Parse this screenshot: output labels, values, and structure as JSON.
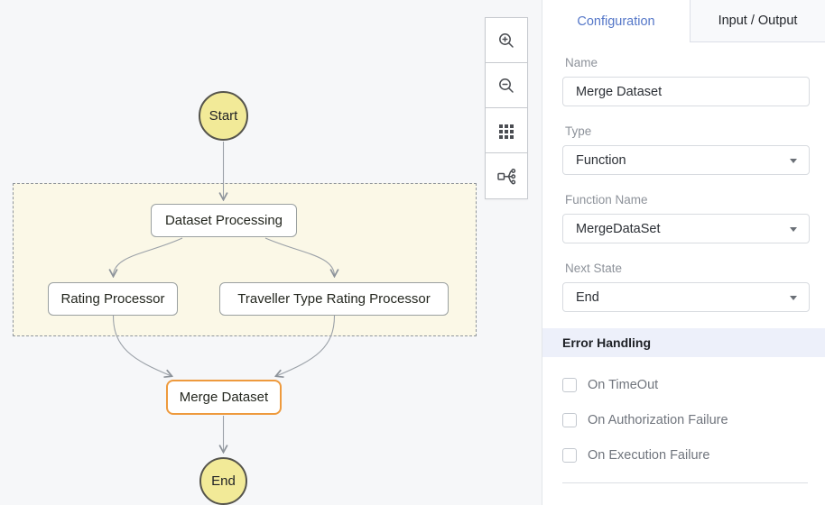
{
  "canvas": {
    "nodes": {
      "start": "Start",
      "dataset_processing": "Dataset Processing",
      "rating_processor": "Rating Processor",
      "traveller_type_rating_processor": "Traveller Type Rating Processor",
      "merge_dataset": "Merge Dataset",
      "end": "End"
    },
    "selected_node": "Merge Dataset"
  },
  "toolbar": {
    "items": [
      "zoom-in-icon",
      "zoom-out-icon",
      "grid-icon",
      "auto-layout-icon"
    ]
  },
  "panel": {
    "tabs": {
      "configuration": "Configuration",
      "input_output": "Input / Output"
    },
    "fields": {
      "name": {
        "label": "Name",
        "value": "Merge Dataset"
      },
      "type": {
        "label": "Type",
        "value": "Function"
      },
      "function_name": {
        "label": "Function Name",
        "value": "MergeDataSet"
      },
      "next_state": {
        "label": "Next State",
        "value": "End"
      }
    },
    "error_handling": {
      "title": "Error Handling",
      "options": {
        "on_timeout": {
          "label": "On TimeOut",
          "checked": false
        },
        "on_authorization_failure": {
          "label": "On Authorization Failure",
          "checked": false
        },
        "on_execution_failure": {
          "label": "On Execution Failure",
          "checked": false
        }
      }
    }
  },
  "colors": {
    "accent_blue": "#5577c8",
    "selected_orange": "#ee9a3d",
    "state_fill_yellow": "#f2ea98",
    "group_fill": "#fbf8e7",
    "error_band_bg": "#edf0fa",
    "canvas_bg": "#f6f7f9"
  }
}
